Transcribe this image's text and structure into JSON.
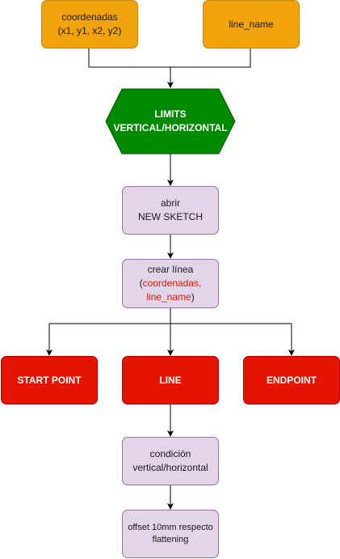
{
  "nodes": {
    "coordenadas": {
      "line1": "coordenadas",
      "line2": "(x1, y1, x2, y2)"
    },
    "line_name": {
      "label": "line_name"
    },
    "limits": {
      "line1": "LIMITS",
      "line2": "VERTICAL/HORIZONTAL"
    },
    "abrir": {
      "line1": "abrir",
      "line2": "NEW SKETCH"
    },
    "crear": {
      "line1": "crear línea",
      "open_paren": "(",
      "arg1": "coordenadas,",
      "arg2": "line_name",
      "close_paren": ")"
    },
    "start_point": {
      "label": "START POINT"
    },
    "line": {
      "label": "LINE"
    },
    "endpoint": {
      "label": "ENDPOINT"
    },
    "condicion": {
      "line1": "condición",
      "line2": "vertical/horizontal"
    },
    "offset": {
      "line1": "offset 10mm respecto",
      "line2": "flattening"
    }
  },
  "colors": {
    "input": "#f0a30a",
    "decision": "#008a00",
    "process": "#e1d5e7",
    "entity": "#e51400",
    "highlight": "#e51400"
  }
}
